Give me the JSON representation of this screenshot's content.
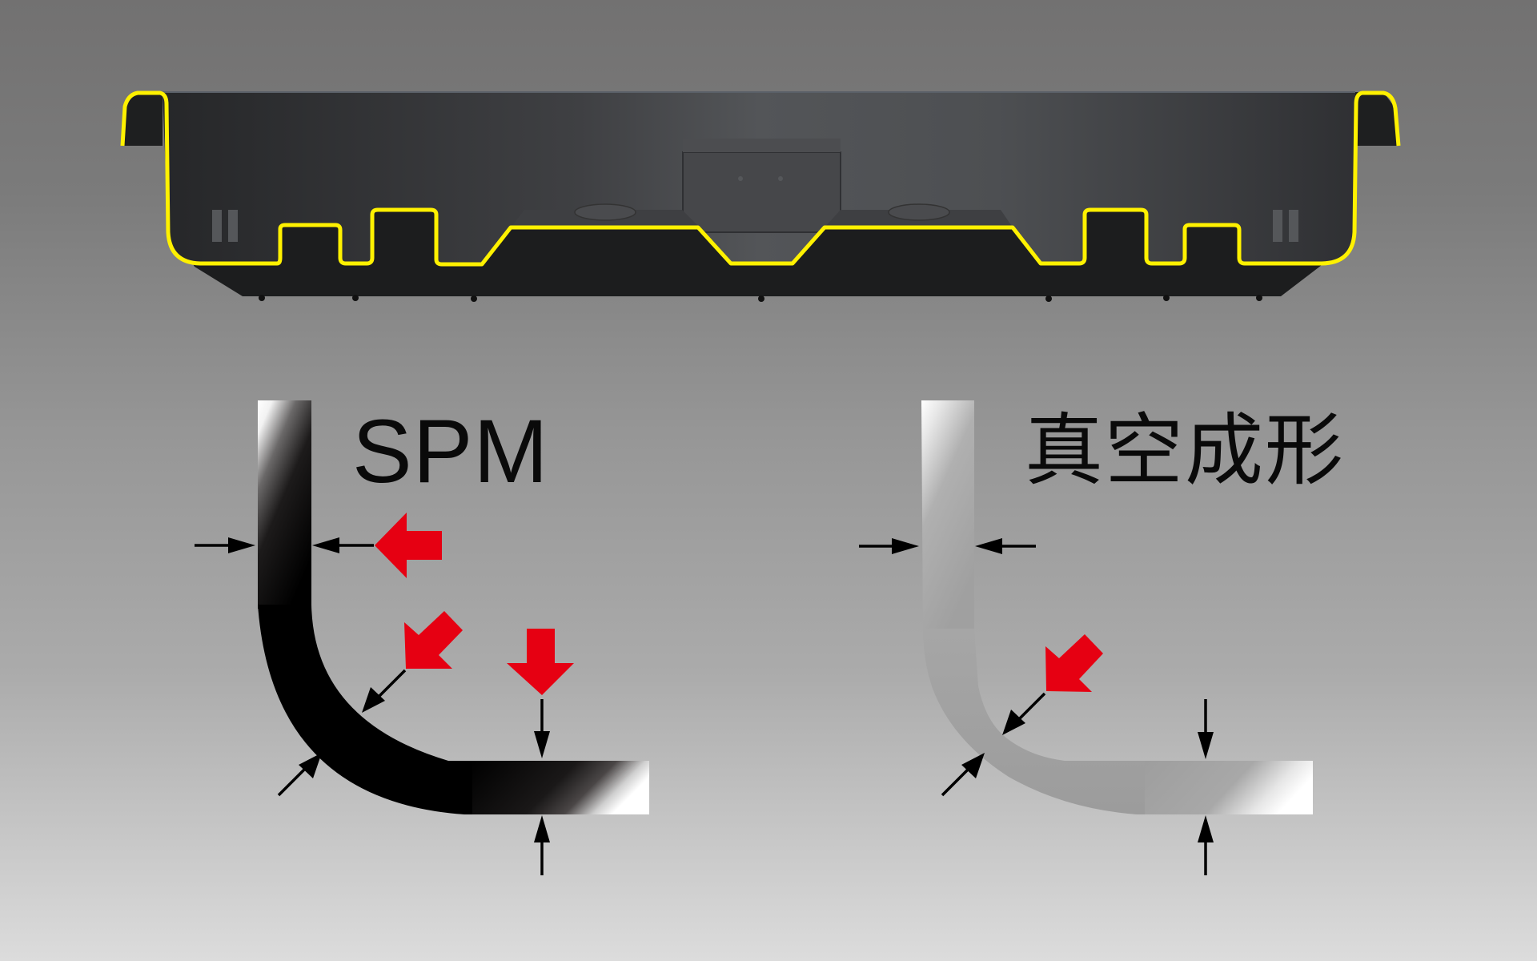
{
  "figure": {
    "title": "SPM vs vacuum forming wall-thickness comparison",
    "tray": {
      "description": "cross-section of molded tray with highlighted wall profile",
      "profile_color": "#fff100",
      "body_color": "#2b2c2e"
    },
    "panels": [
      {
        "id": "spm",
        "label": "SPM",
        "bar_style": "thick, uniform thickness at corner",
        "pressure_arrows": 3,
        "thickness_markers": 3
      },
      {
        "id": "vacuum",
        "label": "真空成形",
        "bar_style": "thin at corner, thinner overall",
        "pressure_arrows": 1,
        "thickness_markers": 3
      }
    ],
    "colors": {
      "pressure_arrow": "#e60012",
      "dimension_arrow": "#000000",
      "background_top": "#727171",
      "background_bottom": "#dcdcdc"
    }
  }
}
